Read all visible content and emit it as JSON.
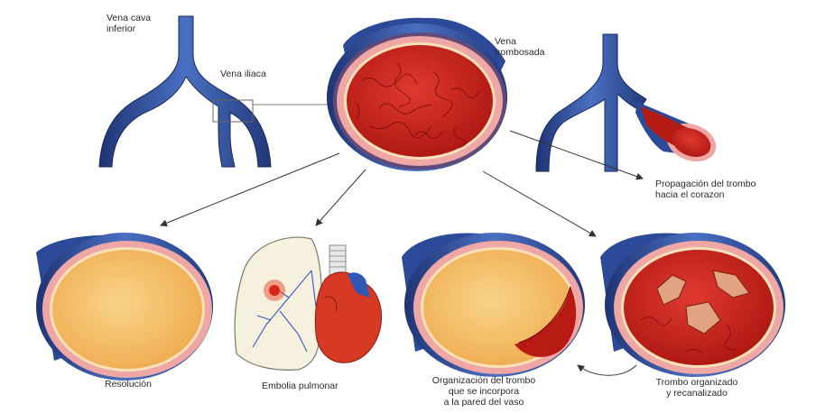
{
  "colors": {
    "vein_blue": "#3d5fae",
    "vein_dark": "#1f3474",
    "clot_red": "#c8221c",
    "wall_pink": "#efa7a6",
    "resolved_lumen": "#f4c46a",
    "arrow": "#333333"
  },
  "labels": {
    "vena_cava": [
      "Vena cava",
      "inferior"
    ],
    "vena_iliaca": [
      "Vena iliaca"
    ],
    "vena_trombosada": [
      "Vena",
      "trombosada"
    ],
    "propagacion": [
      "Propagación del trombo",
      "hacia el corazon"
    ],
    "resolucion": [
      "Resolución"
    ],
    "embolia": [
      "Embolia pulmonar"
    ],
    "organizacion": [
      "Organización del trombo",
      "que se incorpora",
      "a la pared del vaso"
    ],
    "organizado": [
      "Trombo organizado",
      "y recanalizado"
    ]
  }
}
